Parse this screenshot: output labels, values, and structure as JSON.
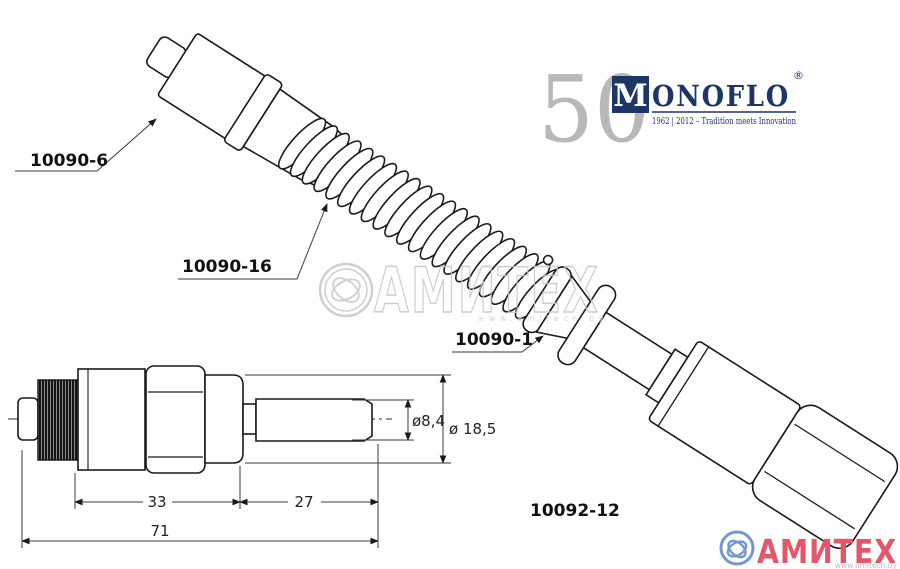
{
  "diagram": {
    "part_labels": {
      "nozzle": "10090-6",
      "spring": "10090-16",
      "seal": "10090-1",
      "assembly": "10092-12"
    },
    "dimensions": {
      "front_length": "33",
      "shaft_length": "27",
      "total_length": "71",
      "shaft_diameter": "ø8,4",
      "body_diameter": "ø 18,5"
    }
  },
  "brand_logo": {
    "anniversary": "50",
    "name_initial": "M",
    "name_rest": "ONOFLO",
    "registered_mark": "®",
    "tagline": "1962 | 2012 – Tradition meets Innovation",
    "navy": "#1d3668",
    "gray": "#b6b8ba"
  },
  "watermark": {
    "text": "АМИТЕХ",
    "url": "www.amitech.by",
    "gray": "#c9c9c9"
  },
  "vendor_logo": {
    "text": "АМИТЕХ",
    "url": "www.amitech.by",
    "red": "#e4576a",
    "blue": "#7498cb"
  }
}
